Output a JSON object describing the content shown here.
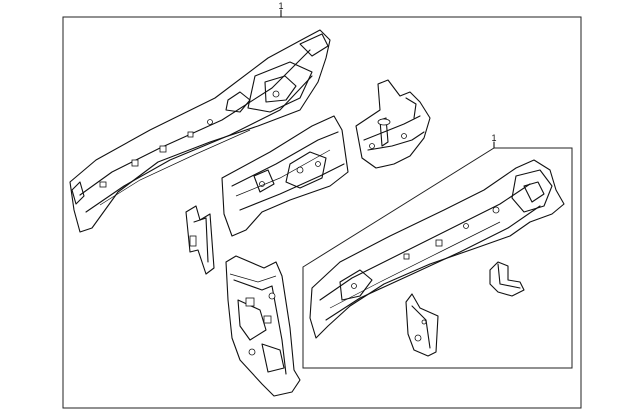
{
  "parts": [
    {
      "id": "main-assembly",
      "label": "1"
    },
    {
      "id": "sub-assembly",
      "label": "1"
    }
  ]
}
